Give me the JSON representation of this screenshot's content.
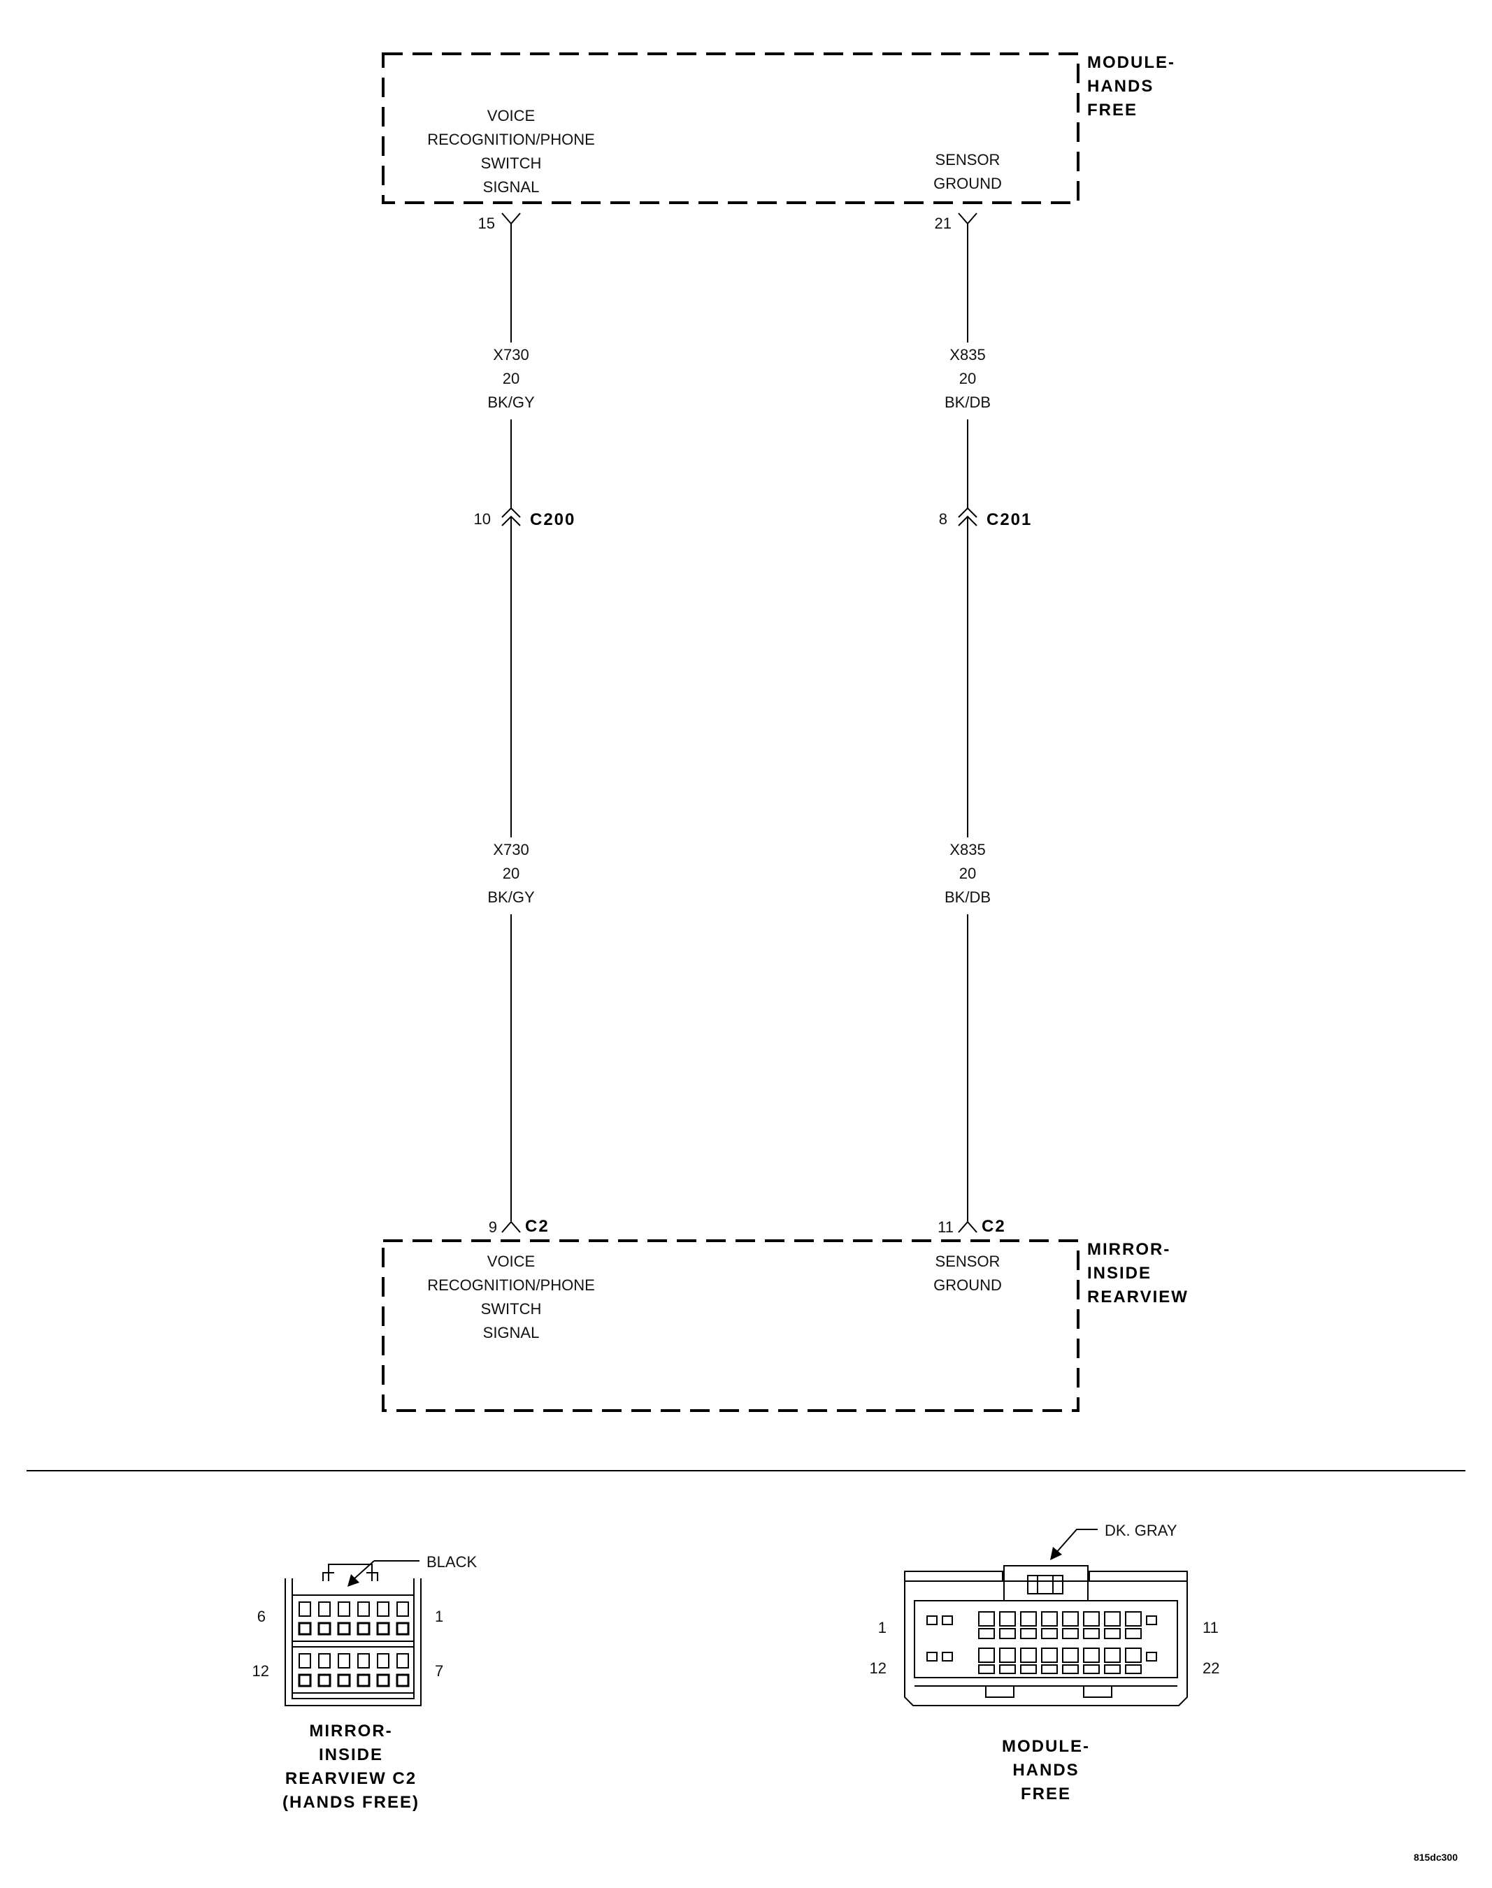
{
  "module_top": {
    "name_lines": [
      "MODULE-",
      "HANDS",
      "FREE"
    ],
    "left_pin_lines": [
      "VOICE",
      "RECOGNITION/PHONE",
      "SWITCH",
      "SIGNAL"
    ],
    "right_pin_lines": [
      "SENSOR",
      "GROUND"
    ]
  },
  "module_bottom": {
    "name_lines": [
      "MIRROR-",
      "INSIDE",
      "REARVIEW"
    ],
    "left_pin_lines": [
      "VOICE",
      "RECOGNITION/PHONE",
      "SWITCH",
      "SIGNAL"
    ],
    "right_pin_lines": [
      "SENSOR",
      "GROUND"
    ]
  },
  "circuits": [
    {
      "top_pin": "15",
      "wire_upper": [
        "X730",
        "20",
        "BK/GY"
      ],
      "inline_pin": "10",
      "inline_connector": "C200",
      "wire_lower": [
        "X730",
        "20",
        "BK/GY"
      ],
      "bottom_pin": "9",
      "bottom_connector": "C2"
    },
    {
      "top_pin": "21",
      "wire_upper": [
        "X835",
        "20",
        "BK/DB"
      ],
      "inline_pin": "8",
      "inline_connector": "C201",
      "wire_lower": [
        "X835",
        "20",
        "BK/DB"
      ],
      "bottom_pin": "11",
      "bottom_connector": "C2"
    }
  ],
  "connector_views": {
    "mirror": {
      "color": "BLACK",
      "pins": {
        "top_left": "6",
        "top_right": "1",
        "bottom_left": "12",
        "bottom_right": "7"
      },
      "caption_lines": [
        "MIRROR-",
        "INSIDE",
        "REARVIEW C2",
        "(HANDS FREE)"
      ]
    },
    "module": {
      "color": "DK. GRAY",
      "pins": {
        "top_left": "1",
        "top_right": "11",
        "bottom_left": "12",
        "bottom_right": "22"
      },
      "caption_lines": [
        "MODULE-",
        "HANDS",
        "FREE"
      ]
    }
  },
  "figure_id": "815dc300"
}
